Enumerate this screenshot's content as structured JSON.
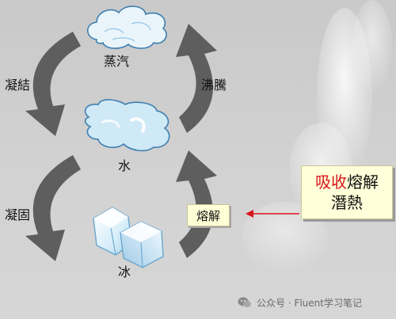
{
  "states": {
    "vapor": "蒸汽",
    "water": "水",
    "ice": "冰"
  },
  "transitions": {
    "condensation": "凝結",
    "boiling": "沸騰",
    "freezing": "凝固",
    "melting": "熔解"
  },
  "callout": {
    "highlight": "吸收",
    "rest": "熔解",
    "line2": "潛熱",
    "highlight_color": "#d8141b",
    "pointer_color": "#d8141b"
  },
  "watermark": {
    "text": "公众号 · Fluent学习笔记"
  },
  "colors": {
    "arrow": "#555555",
    "cloud_fill": "#eaf5fb",
    "cloud_stroke": "#3f7fb0",
    "water_fill": "#cfe9f6",
    "ice_fill": "#e6f4fb"
  }
}
